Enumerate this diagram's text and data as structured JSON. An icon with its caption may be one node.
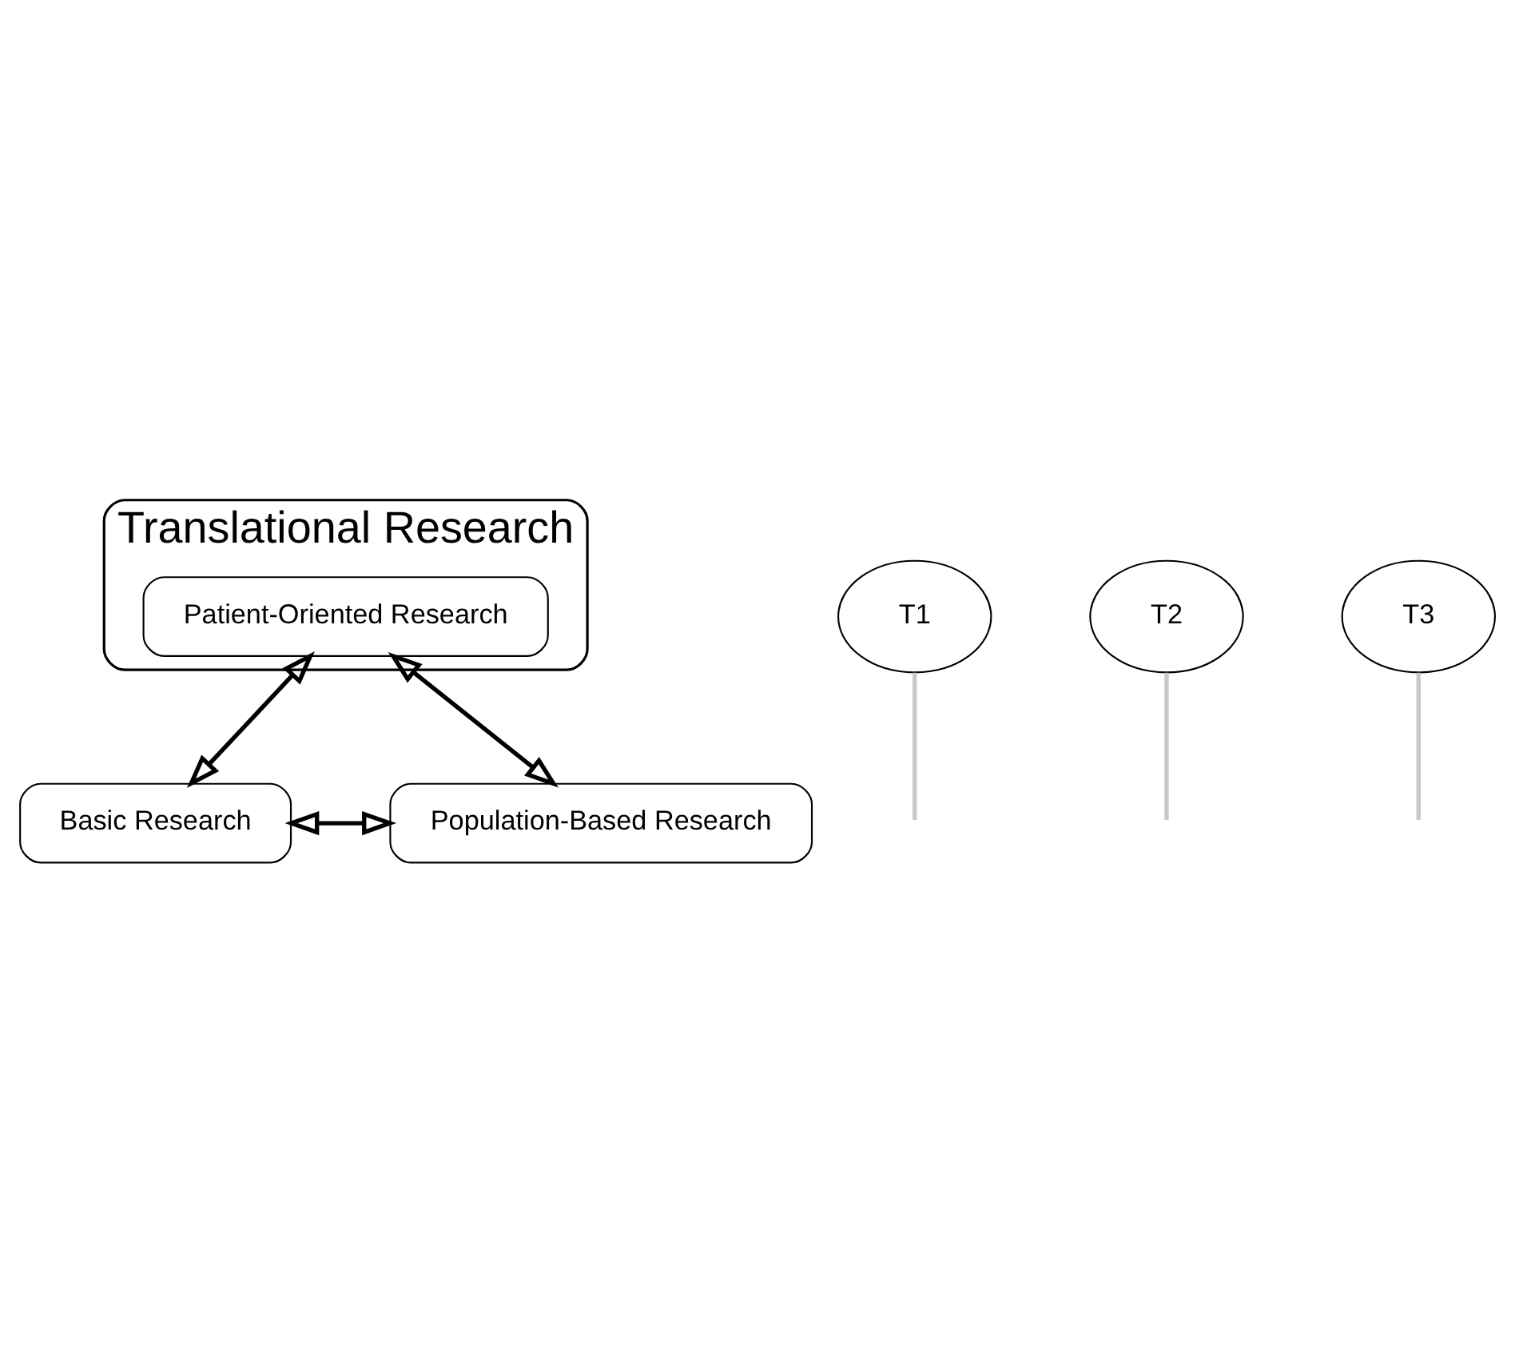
{
  "diagram": {
    "nodes": [
      {
        "text": [
          "Translational Research"
        ]
      },
      {
        "text": [
          "Patient-Oriented Research"
        ],
        "in": 0
      },
      {
        "text": [
          "T1"
        ]
      },
      {
        "text": [
          "T2"
        ]
      },
      {
        "text": [
          "Basic Research"
        ]
      },
      {
        "text": [
          "Population-Based Research"
        ]
      },
      {
        "text": [
          "T3"
        ]
      }
    ],
    "edges": [
      {
        "from": 4,
        "to": 1,
        "arrow": "both"
      },
      {
        "from": 1,
        "to": 5,
        "arrow": "both"
      },
      {
        "from": 4,
        "to": 5,
        "arrow": "both"
      },
      {
        "from": 2,
        "to": null,
        "arrow": "none",
        "color": "#c8c8c8"
      },
      {
        "from": 3,
        "to": null,
        "arrow": "none",
        "color": "#c8c8c8"
      },
      {
        "from": 6,
        "to": null,
        "arrow": "none",
        "color": "#c8c8c8"
      }
    ]
  }
}
